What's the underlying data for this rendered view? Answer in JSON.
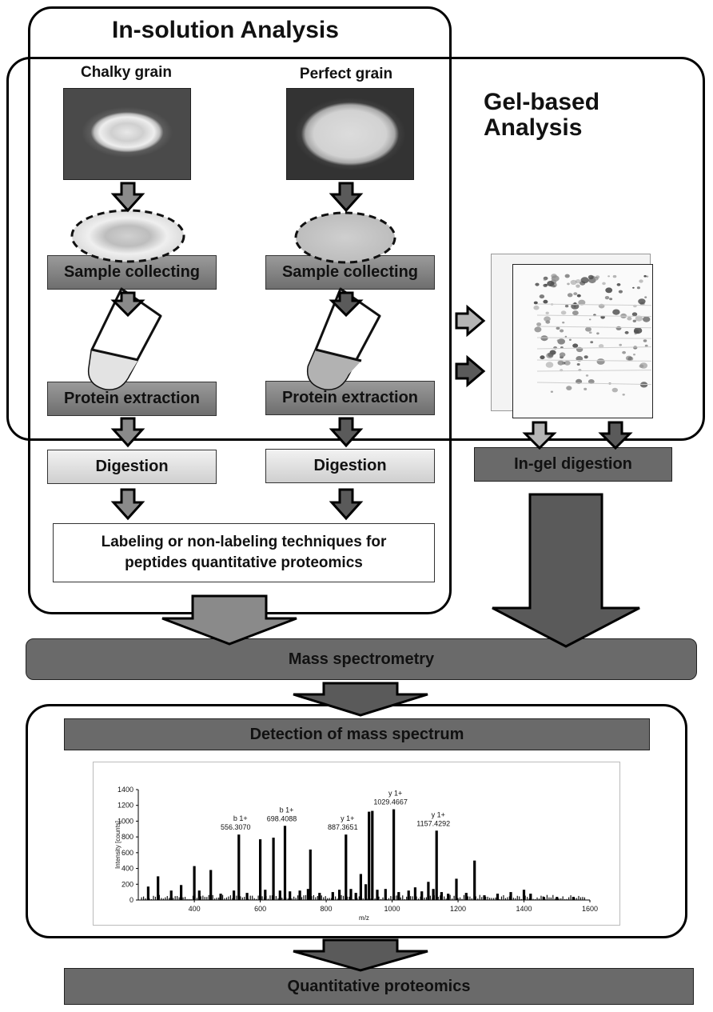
{
  "titles": {
    "in_solution": "In-solution Analysis",
    "gel_based_line1": "Gel-based",
    "gel_based_line2": "Analysis"
  },
  "columns": {
    "chalky": {
      "label": "Chalky grain",
      "sample": "Sample collecting",
      "extraction": "Protein extraction",
      "digestion": "Digestion"
    },
    "perfect": {
      "label": "Perfect grain",
      "sample": "Sample collecting",
      "extraction": "Protein extraction",
      "digestion": "Digestion"
    }
  },
  "labeling": {
    "line1": "Labeling or non-labeling techniques for",
    "line2": "peptides quantitative proteomics"
  },
  "in_gel": "In-gel digestion",
  "mass_spec": "Mass spectrometry",
  "detection": "Detection of mass spectrum",
  "quant": "Quantitative proteomics",
  "chart_data": {
    "type": "bar",
    "title": "",
    "xlabel": "m/z",
    "ylabel": "Intensity [counts]",
    "xlim": [
      230,
      1600
    ],
    "ylim": [
      0,
      1400
    ],
    "x_ticks": [
      400,
      600,
      800,
      1000,
      1200,
      1400,
      1600
    ],
    "y_ticks": [
      0,
      200,
      400,
      600,
      800,
      1000,
      1200,
      1400
    ],
    "peaks": [
      [
        260,
        170
      ],
      [
        290,
        300
      ],
      [
        330,
        120
      ],
      [
        360,
        190
      ],
      [
        400,
        430
      ],
      [
        415,
        120
      ],
      [
        450,
        380
      ],
      [
        480,
        80
      ],
      [
        520,
        120
      ],
      [
        535,
        830
      ],
      [
        560,
        90
      ],
      [
        600,
        770
      ],
      [
        615,
        130
      ],
      [
        640,
        790
      ],
      [
        660,
        120
      ],
      [
        675,
        940
      ],
      [
        690,
        110
      ],
      [
        720,
        120
      ],
      [
        745,
        140
      ],
      [
        752,
        640
      ],
      [
        780,
        90
      ],
      [
        820,
        100
      ],
      [
        840,
        130
      ],
      [
        860,
        830
      ],
      [
        875,
        140
      ],
      [
        890,
        90
      ],
      [
        905,
        330
      ],
      [
        920,
        200
      ],
      [
        930,
        1120
      ],
      [
        940,
        1130
      ],
      [
        955,
        130
      ],
      [
        980,
        140
      ],
      [
        1005,
        1150
      ],
      [
        1020,
        100
      ],
      [
        1050,
        120
      ],
      [
        1070,
        160
      ],
      [
        1090,
        110
      ],
      [
        1110,
        230
      ],
      [
        1125,
        140
      ],
      [
        1135,
        880
      ],
      [
        1150,
        100
      ],
      [
        1170,
        80
      ],
      [
        1195,
        270
      ],
      [
        1225,
        90
      ],
      [
        1250,
        500
      ],
      [
        1280,
        60
      ],
      [
        1320,
        80
      ],
      [
        1360,
        100
      ],
      [
        1400,
        130
      ],
      [
        1420,
        80
      ],
      [
        1460,
        40
      ],
      [
        1500,
        40
      ],
      [
        1550,
        40
      ]
    ],
    "annotations": [
      {
        "label": "b 1+",
        "value": "556.3070",
        "x": 535
      },
      {
        "label": "b 1+",
        "value": "698.4088",
        "x": 675
      },
      {
        "label": "y 1+",
        "value": "887.3651",
        "x": 860
      },
      {
        "label": "y 1+",
        "value": "1029.4667",
        "x": 1005
      },
      {
        "label": "y 1+",
        "value": "1157.4292",
        "x": 1135
      }
    ]
  }
}
